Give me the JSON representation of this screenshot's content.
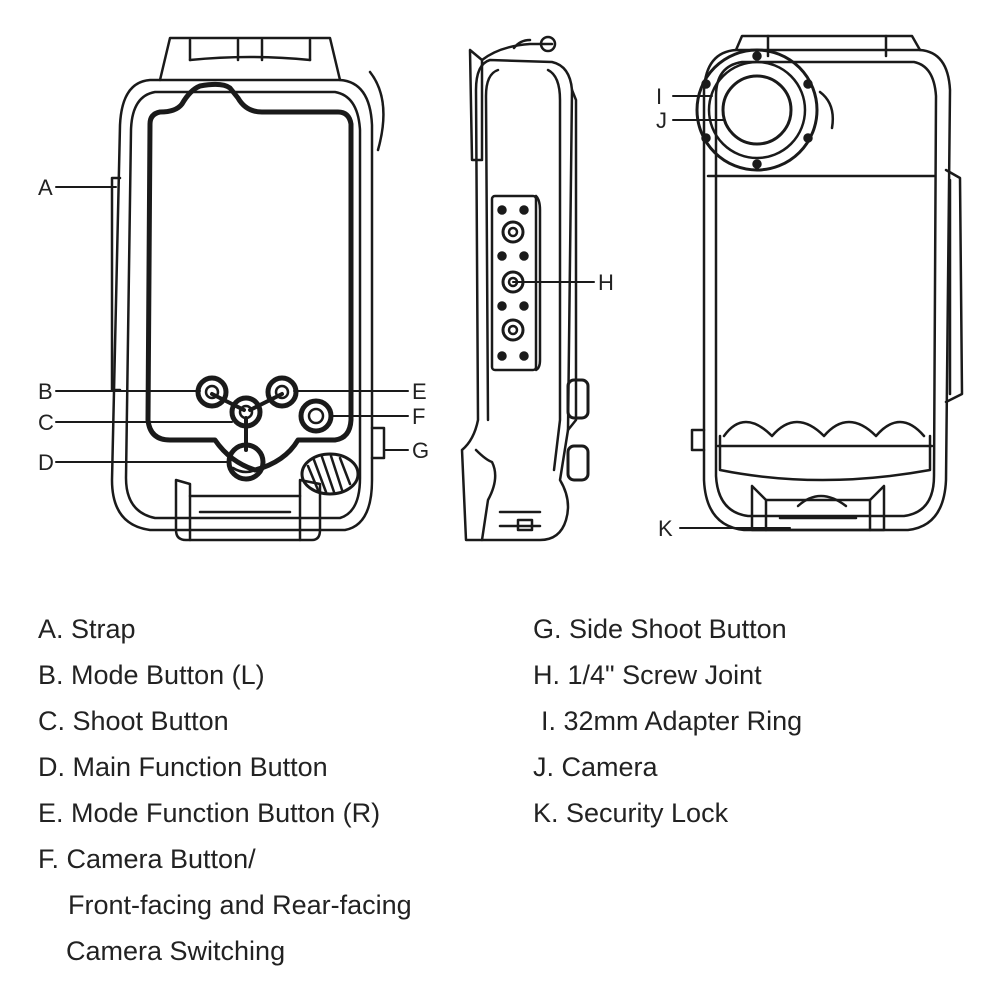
{
  "diagram": {
    "callouts": {
      "A": "A",
      "B": "B",
      "C": "C",
      "D": "D",
      "E": "E",
      "F": "F",
      "G": "G",
      "H": "H",
      "I": "I",
      "J": "J",
      "K": "K"
    }
  },
  "legend": {
    "left": [
      "A. Strap",
      "B. Mode Button (L)",
      "C. Shoot Button",
      "D. Main Function Button",
      "E. Mode Function Button (R)",
      "F. Camera Button/",
      "Front-facing and Rear-facing",
      "Camera Switching"
    ],
    "right": [
      "G. Side Shoot Button",
      "H. 1/4\" Screw Joint",
      "I.  32mm Adapter Ring",
      "J.  Camera",
      "K.  Security Lock"
    ]
  }
}
